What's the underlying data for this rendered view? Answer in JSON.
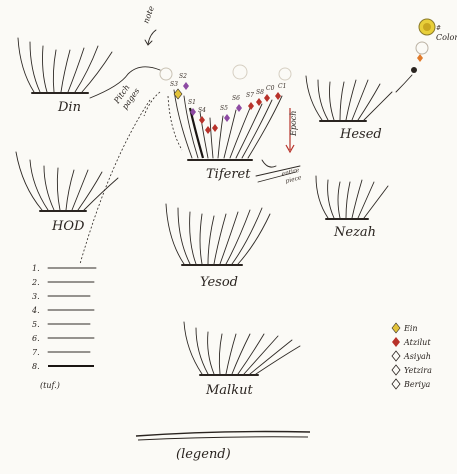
{
  "labels": {
    "top_note": "note",
    "crown_note_1": "#",
    "crown_note_2": "Color",
    "din": "Din",
    "hesed": "Hesed",
    "hod": "HOD",
    "nezah": "Nezah",
    "tiferet": "Tiferet",
    "yesod": "Yesod",
    "malkut": "Malkut",
    "left_note_1": "Pitch",
    "left_note_2": "pages",
    "epoch": "Epoch",
    "mid_note_1": "entire",
    "mid_note_2": "piece",
    "key_caption": "(tuf.)",
    "legend_caption": "(legend)"
  },
  "markers": [
    "S3",
    "S2",
    "S1",
    "S4",
    "S5",
    "S6",
    "S7",
    "S8",
    "C0",
    "C1"
  ],
  "key_items": [
    "1.",
    "2.",
    "3.",
    "4.",
    "5.",
    "6.",
    "7.",
    "8."
  ],
  "legend_items": [
    {
      "symbol": "diamond-yellow",
      "label": "Ein"
    },
    {
      "symbol": "diamond-red",
      "label": "Atzilut"
    },
    {
      "symbol": "diamond-outline",
      "label": "Asiyah"
    },
    {
      "symbol": "diamond-outline",
      "label": "Yetzira"
    },
    {
      "symbol": "diamond-outline",
      "label": "Beriya"
    }
  ],
  "colors": {
    "ink": "#2a2420",
    "red": "#b8322a",
    "purple": "#8d4aa3",
    "yellow": "#e2c23a",
    "orange": "#e07a2a",
    "paper": "#fbfaf6"
  }
}
